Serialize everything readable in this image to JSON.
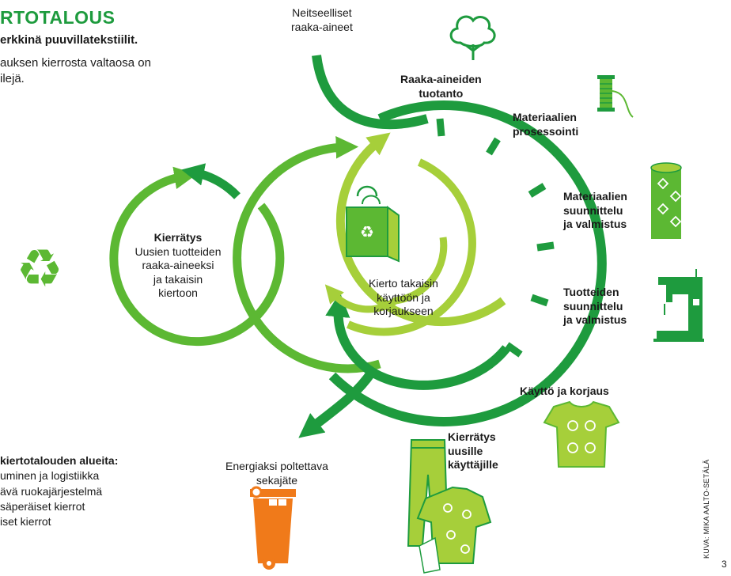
{
  "header": {
    "title": "RTOTALOUS",
    "subtitle": "erkkinä puuvillatekstiilit.",
    "intro": [
      "auksen kierrosta valtaosa on",
      "ilejä."
    ]
  },
  "labels": {
    "raw_materials": [
      "Neitseelliset",
      "raaka-aineet"
    ],
    "production": [
      "Raaka-aineiden",
      "tuotanto"
    ],
    "processing": [
      "Materiaalien",
      "prosessointi"
    ],
    "material_design": [
      "Materiaalien",
      "suunnittelu",
      "ja valmistus"
    ],
    "product_design": [
      "Tuotteiden",
      "suunnittelu",
      "ja valmistus"
    ],
    "use": "Käyttö ja korjaus",
    "reuse": [
      "Kierrätys",
      "uusille",
      "käyttäjille"
    ],
    "energy": [
      "Energiaksi poltettava",
      "sekajäte"
    ],
    "center": [
      "Kierto takaisin",
      "käyttöön ja",
      "korjaukseen"
    ],
    "recycling_title": "Kierrätys",
    "recycling_body": [
      "Uusien tuotteiden",
      "raaka-aineeksi",
      "ja takaisin",
      "kiertoon"
    ]
  },
  "list": {
    "heading": "kiertotalouden alueita:",
    "items": [
      "uminen ja logistiikka",
      "ävä ruokajärjestelmä",
      "säperäiset kierrot",
      "iset kierrot"
    ]
  },
  "credit": "KUVA: MIKA AALTO-SETÄLÄ",
  "page_number": "3",
  "colors": {
    "dark_green": "#1e9b3e",
    "mid_green": "#5cb833",
    "light_green": "#a6cf3a",
    "orange": "#f07a1a"
  }
}
